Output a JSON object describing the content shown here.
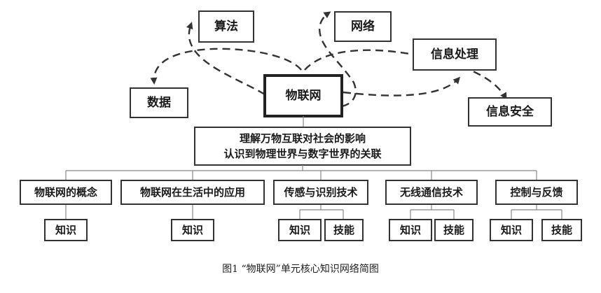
{
  "core": "物联网",
  "related_topics": {
    "algorithm": "算法",
    "network": "网络",
    "info_processing": "信息处理",
    "data": "数据",
    "info_security": "信息安全"
  },
  "goal": {
    "line1": "理解万物互联对社会的影响",
    "line2": "认识到物理世界与数字世界的关联"
  },
  "units": [
    {
      "title": "物联网的概念",
      "tags": [
        "知识"
      ]
    },
    {
      "title": "物联网在生活中的应用",
      "tags": [
        "知识"
      ]
    },
    {
      "title": "传感与识别技术",
      "tags": [
        "知识",
        "技能"
      ]
    },
    {
      "title": "无线通信技术",
      "tags": [
        "知识",
        "技能"
      ]
    },
    {
      "title": "控制与反馈",
      "tags": [
        "知识",
        "技能"
      ]
    }
  ],
  "caption": "图1 “物联网”单元核心知识网络简图"
}
